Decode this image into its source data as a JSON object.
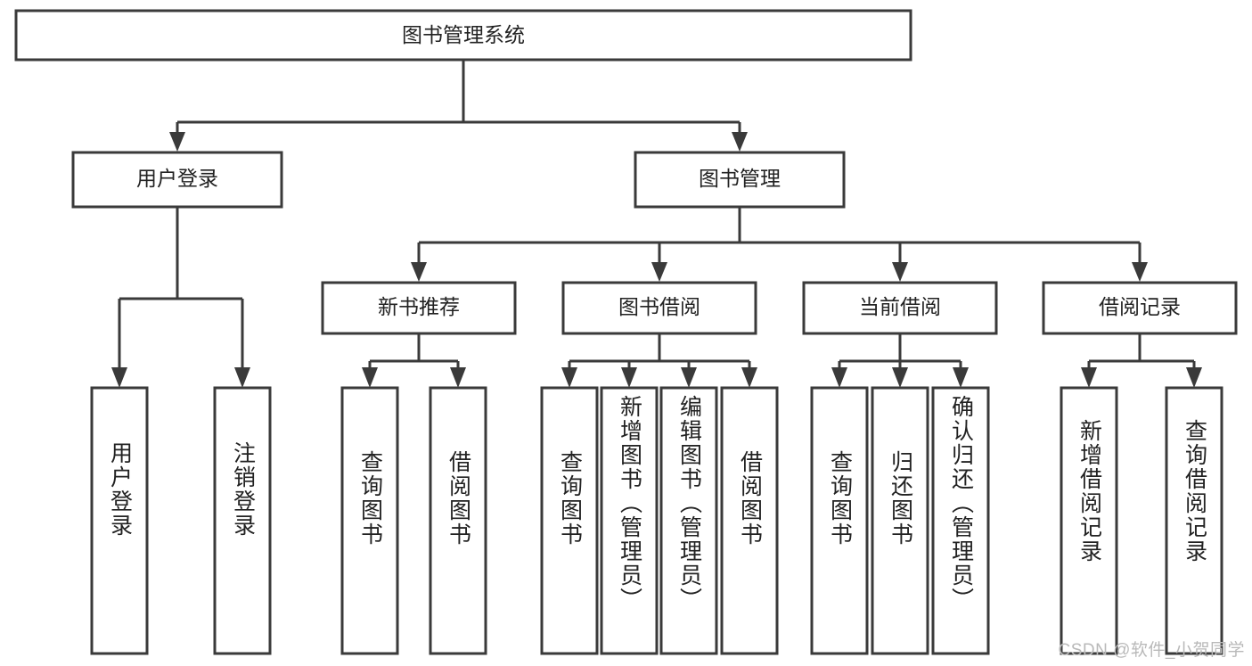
{
  "diagram": {
    "type": "hierarchy-tree",
    "title": "图书管理系统",
    "levels": {
      "root": {
        "label": "图书管理系统"
      },
      "level2": [
        {
          "label": "用户登录"
        },
        {
          "label": "图书管理"
        }
      ],
      "level3": [
        {
          "label": "新书推荐"
        },
        {
          "label": "图书借阅"
        },
        {
          "label": "当前借阅"
        },
        {
          "label": "借阅记录"
        }
      ],
      "leaves": {
        "user_login": [
          {
            "label": "用户登录"
          },
          {
            "label": "注销登录"
          }
        ],
        "new_book_recommend": [
          {
            "label": "查询图书"
          },
          {
            "label": "借阅图书"
          }
        ],
        "book_borrow": [
          {
            "label": "查询图书"
          },
          {
            "label": "新增图书（管理员）"
          },
          {
            "label": "编辑图书（管理员）"
          },
          {
            "label": "借阅图书"
          }
        ],
        "current_borrow": [
          {
            "label": "查询图书"
          },
          {
            "label": "归还图书"
          },
          {
            "label": "确认归还（管理员）"
          }
        ],
        "borrow_record": [
          {
            "label": "新增借阅记录"
          },
          {
            "label": "查询借阅记录"
          }
        ]
      }
    },
    "colors": {
      "box_stroke": "#3a3a3a",
      "box_fill": "#ffffff",
      "text": "#222222",
      "watermark": "#b9b9b9",
      "background": "#ffffff"
    }
  },
  "watermark": {
    "text": "CSDN @软件_小贺同学"
  }
}
